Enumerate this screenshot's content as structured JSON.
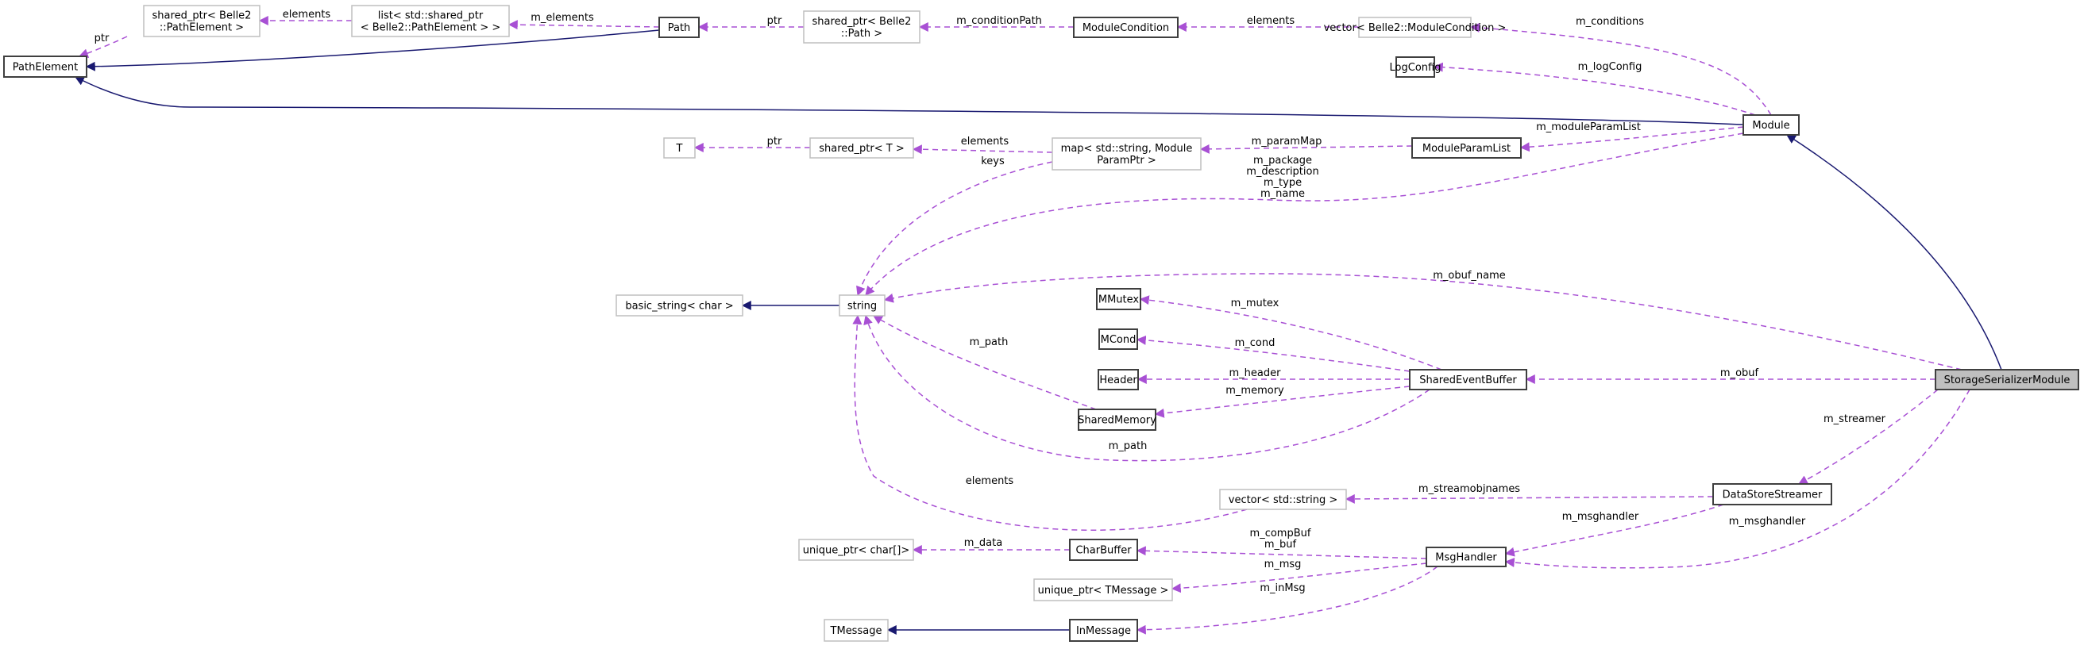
{
  "diagram": {
    "title": "Collaboration diagram for StorageSerializerModule",
    "colors": {
      "usage_edge": "#9a32cd",
      "inheritance_edge": "#191970",
      "focus_fill": "#bfbfbf",
      "class_border": "#3f3f3f",
      "external_border": "#bfbfbf"
    },
    "nodes": {
      "path_element": {
        "lines": [
          "PathElement"
        ],
        "kind": "class"
      },
      "shared_ptr_path_element": {
        "lines": [
          "shared_ptr< Belle2",
          "::PathElement >"
        ],
        "kind": "external"
      },
      "list_shared_ptr": {
        "lines": [
          "list< std::shared_ptr",
          "< Belle2::PathElement > >"
        ],
        "kind": "external"
      },
      "path": {
        "lines": [
          "Path"
        ],
        "kind": "class"
      },
      "shared_ptr_path": {
        "lines": [
          "shared_ptr< Belle2",
          "::Path >"
        ],
        "kind": "external"
      },
      "module_condition": {
        "lines": [
          "ModuleCondition"
        ],
        "kind": "class"
      },
      "vector_module_condition": {
        "lines": [
          "vector< Belle2::ModuleCondition >"
        ],
        "kind": "external"
      },
      "log_config": {
        "lines": [
          "LogConfig"
        ],
        "kind": "class"
      },
      "module": {
        "lines": [
          "Module"
        ],
        "kind": "class"
      },
      "t": {
        "lines": [
          "T"
        ],
        "kind": "external"
      },
      "shared_ptr_t": {
        "lines": [
          "shared_ptr< T >"
        ],
        "kind": "external"
      },
      "map_param": {
        "lines": [
          "map< std::string, Module",
          "ParamPtr >"
        ],
        "kind": "external"
      },
      "module_param_list": {
        "lines": [
          "ModuleParamList"
        ],
        "kind": "class"
      },
      "basic_string": {
        "lines": [
          "basic_string< char >"
        ],
        "kind": "external"
      },
      "string": {
        "lines": [
          "string"
        ],
        "kind": "external"
      },
      "mmutex": {
        "lines": [
          "MMutex"
        ],
        "kind": "class"
      },
      "mcond": {
        "lines": [
          "MCond"
        ],
        "kind": "class"
      },
      "header": {
        "lines": [
          "Header"
        ],
        "kind": "class"
      },
      "shared_memory": {
        "lines": [
          "SharedMemory"
        ],
        "kind": "class"
      },
      "shared_event_buffer": {
        "lines": [
          "SharedEventBuffer"
        ],
        "kind": "class"
      },
      "storage_serializer_module": {
        "lines": [
          "StorageSerializerModule"
        ],
        "kind": "focus"
      },
      "data_store_streamer": {
        "lines": [
          "DataStoreStreamer"
        ],
        "kind": "class"
      },
      "vector_string": {
        "lines": [
          "vector< std::string >"
        ],
        "kind": "external"
      },
      "msg_handler": {
        "lines": [
          "MsgHandler"
        ],
        "kind": "class"
      },
      "char_buffer": {
        "lines": [
          "CharBuffer"
        ],
        "kind": "class"
      },
      "unique_ptr_char": {
        "lines": [
          "unique_ptr< char[]>"
        ],
        "kind": "external"
      },
      "unique_ptr_tmessage": {
        "lines": [
          "unique_ptr< TMessage >"
        ],
        "kind": "external"
      },
      "tmessage": {
        "lines": [
          "TMessage"
        ],
        "kind": "external"
      },
      "in_message": {
        "lines": [
          "InMessage"
        ],
        "kind": "class"
      }
    },
    "edges": [
      {
        "from": "shared_ptr_path_element",
        "to": "path_element",
        "type": "usage",
        "label": [
          "ptr"
        ]
      },
      {
        "from": "list_shared_ptr",
        "to": "shared_ptr_path_element",
        "type": "usage",
        "label": [
          "elements"
        ]
      },
      {
        "from": "path",
        "to": "list_shared_ptr",
        "type": "usage",
        "label": [
          "m_elements"
        ]
      },
      {
        "from": "path",
        "to": "path_element",
        "type": "inheritance",
        "label": []
      },
      {
        "from": "shared_ptr_path",
        "to": "path",
        "type": "usage",
        "label": [
          "ptr"
        ]
      },
      {
        "from": "module_condition",
        "to": "shared_ptr_path",
        "type": "usage",
        "label": [
          "m_conditionPath"
        ]
      },
      {
        "from": "vector_module_condition",
        "to": "module_condition",
        "type": "usage",
        "label": [
          "elements"
        ]
      },
      {
        "from": "module",
        "to": "vector_module_condition",
        "type": "usage",
        "label": [
          "m_conditions"
        ]
      },
      {
        "from": "module",
        "to": "log_config",
        "type": "usage",
        "label": [
          "m_logConfig"
        ]
      },
      {
        "from": "module",
        "to": "path_element",
        "type": "inheritance",
        "label": []
      },
      {
        "from": "module",
        "to": "module_param_list",
        "type": "usage",
        "label": [
          "m_moduleParamList"
        ]
      },
      {
        "from": "module",
        "to": "string",
        "type": "usage",
        "label": [
          "m_package",
          "m_description",
          "m_type",
          "m_name"
        ]
      },
      {
        "from": "shared_ptr_t",
        "to": "t",
        "type": "usage",
        "label": [
          "ptr"
        ]
      },
      {
        "from": "map_param",
        "to": "shared_ptr_t",
        "type": "usage",
        "label": [
          "elements"
        ]
      },
      {
        "from": "map_param",
        "to": "string",
        "type": "usage",
        "label": [
          "keys"
        ]
      },
      {
        "from": "module_param_list",
        "to": "map_param",
        "type": "usage",
        "label": [
          "m_paramMap"
        ]
      },
      {
        "from": "string",
        "to": "basic_string",
        "type": "inheritance",
        "label": []
      },
      {
        "from": "storage_serializer_module",
        "to": "string",
        "type": "usage",
        "label": [
          "m_obuf_name"
        ]
      },
      {
        "from": "shared_event_buffer",
        "to": "mmutex",
        "type": "usage",
        "label": [
          "m_mutex"
        ]
      },
      {
        "from": "shared_event_buffer",
        "to": "mcond",
        "type": "usage",
        "label": [
          "m_cond"
        ]
      },
      {
        "from": "shared_event_buffer",
        "to": "header",
        "type": "usage",
        "label": [
          "m_header"
        ]
      },
      {
        "from": "shared_event_buffer",
        "to": "shared_memory",
        "type": "usage",
        "label": [
          "m_memory"
        ]
      },
      {
        "from": "shared_memory",
        "to": "string",
        "type": "usage",
        "label": [
          "m_path"
        ]
      },
      {
        "from": "shared_event_buffer",
        "to": "string",
        "type": "usage",
        "label": [
          "m_path"
        ]
      },
      {
        "from": "storage_serializer_module",
        "to": "shared_event_buffer",
        "type": "usage",
        "label": [
          "m_obuf"
        ]
      },
      {
        "from": "storage_serializer_module",
        "to": "module",
        "type": "inheritance",
        "label": []
      },
      {
        "from": "storage_serializer_module",
        "to": "data_store_streamer",
        "type": "usage",
        "label": [
          "m_streamer"
        ]
      },
      {
        "from": "storage_serializer_module",
        "to": "msg_handler",
        "type": "usage",
        "label": [
          "m_msghandler"
        ]
      },
      {
        "from": "vector_string",
        "to": "string",
        "type": "usage",
        "label": [
          "elements"
        ]
      },
      {
        "from": "data_store_streamer",
        "to": "vector_string",
        "type": "usage",
        "label": [
          "m_streamobjnames"
        ]
      },
      {
        "from": "data_store_streamer",
        "to": "msg_handler",
        "type": "usage",
        "label": [
          "m_msghandler"
        ]
      },
      {
        "from": "msg_handler",
        "to": "char_buffer",
        "type": "usage",
        "label": [
          "m_compBuf",
          "m_buf"
        ]
      },
      {
        "from": "char_buffer",
        "to": "unique_ptr_char",
        "type": "usage",
        "label": [
          "m_data"
        ]
      },
      {
        "from": "msg_handler",
        "to": "unique_ptr_tmessage",
        "type": "usage",
        "label": [
          "m_msg"
        ]
      },
      {
        "from": "msg_handler",
        "to": "in_message",
        "type": "usage",
        "label": [
          "m_inMsg"
        ]
      },
      {
        "from": "in_message",
        "to": "tmessage",
        "type": "inheritance",
        "label": []
      }
    ]
  }
}
